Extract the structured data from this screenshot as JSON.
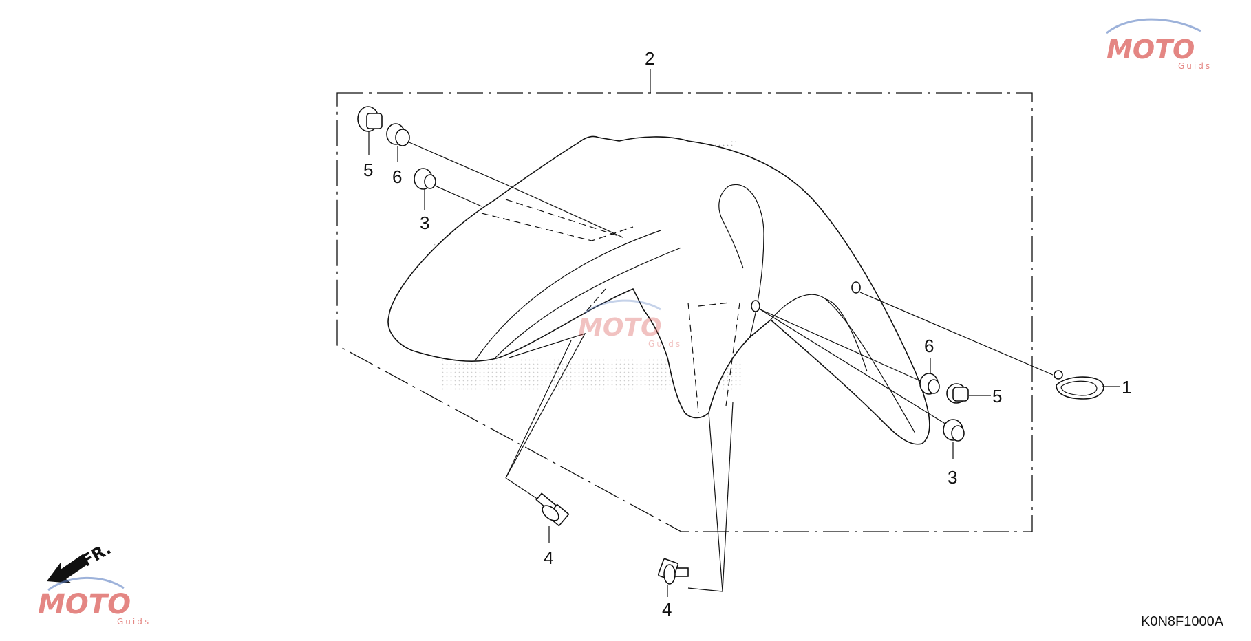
{
  "callouts": {
    "c1": "1",
    "c2": "2",
    "c3a": "3",
    "c3b": "3",
    "c4a": "4",
    "c4b": "4",
    "c5a": "5",
    "c5b": "5",
    "c6a": "6",
    "c6b": "6"
  },
  "front_indicator": "FR.",
  "diagram_code": "K0N8F1000A",
  "watermark": {
    "text": "MOTO",
    "sub": "Guids"
  },
  "colors": {
    "line": "#111111",
    "watermark_red": "#d9534f",
    "watermark_blue": "#5b7fc2",
    "stipple": "#9a9a9a"
  }
}
